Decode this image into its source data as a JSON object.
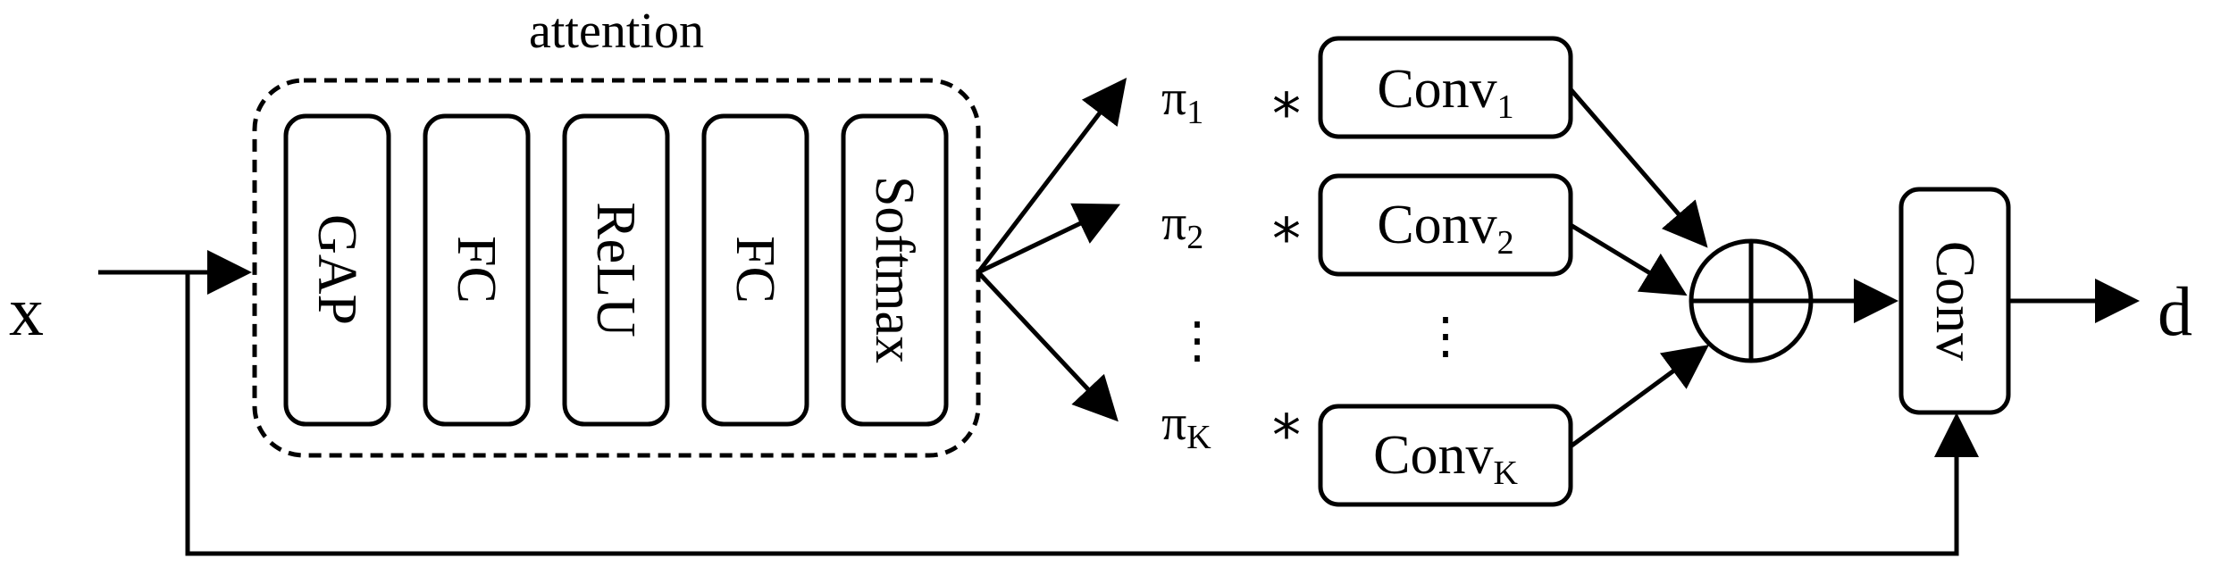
{
  "attention": {
    "title": "attention",
    "blocks": [
      "GAP",
      "FC",
      "ReLU",
      "FC",
      "Softmax"
    ]
  },
  "input_label": "x",
  "output_label": "d",
  "pi_symbol": "π",
  "multiply_symbol": "*",
  "vertical_dots": "⋮",
  "branches": [
    {
      "pi_sub": "1",
      "conv_main": "Conv",
      "conv_sub": "1"
    },
    {
      "pi_sub": "2",
      "conv_main": "Conv",
      "conv_sub": "2"
    },
    {
      "pi_sub": "K",
      "conv_main": "Conv",
      "conv_sub": "K"
    }
  ],
  "final_conv": "Conv"
}
